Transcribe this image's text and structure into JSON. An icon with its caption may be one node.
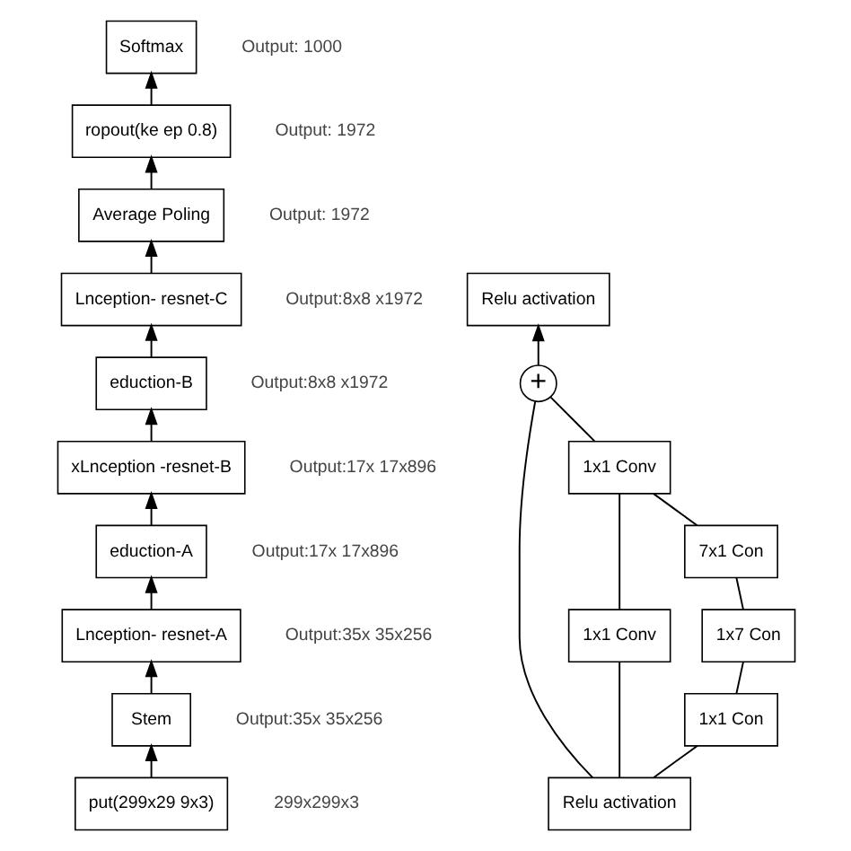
{
  "diagram": {
    "nodes": [
      {
        "text": [
          "Softmax"
        ],
        "beside": [
          "Output: 1000"
        ]
      },
      {
        "text": [
          "ropout(ke ep 0.8)"
        ],
        "beside": [
          "Output: 1972"
        ]
      },
      {
        "text": [
          "Average Poling"
        ],
        "beside": [
          "Output: 1972"
        ]
      },
      {
        "text": [
          "Lnception- resnet-C"
        ],
        "beside": [
          "Output:8x8 x1972"
        ]
      },
      {
        "text": [
          "eduction-B"
        ],
        "beside": [
          "Output:8x8 x1972"
        ]
      },
      {
        "text": [
          "xLnception -resnet-B"
        ],
        "beside": [
          "Output:17x 17x896"
        ]
      },
      {
        "text": [
          "eduction-A"
        ],
        "beside": [
          "Output:17x 17x896"
        ]
      },
      {
        "text": [
          "Lnception- resnet-A"
        ],
        "beside": [
          "Output:35x 35x256"
        ]
      },
      {
        "text": [
          "Stem"
        ],
        "beside": [
          "Output:35x 35x256"
        ]
      },
      {
        "text": [
          "put(299x29 9x3)"
        ],
        "beside": [
          "299x299x3"
        ]
      },
      {
        "text": [
          "Relu activation"
        ]
      },
      {
        "text": [
          "+"
        ]
      },
      {
        "text": [
          "1x1 Conv"
        ]
      },
      {
        "text": [
          "7x1 Con"
        ]
      },
      {
        "text": [
          "1x1 Conv"
        ]
      },
      {
        "text": [
          "1x7 Con"
        ]
      },
      {
        "text": [
          "1x1 Con"
        ]
      },
      {
        "text": [
          "Relu activation"
        ]
      }
    ],
    "edges": [
      {
        "from": 9,
        "to": 8,
        "arrow": "to"
      },
      {
        "from": 8,
        "to": 7,
        "arrow": "to"
      },
      {
        "from": 7,
        "to": 6,
        "arrow": "to"
      },
      {
        "from": 6,
        "to": 5,
        "arrow": "to"
      },
      {
        "from": 5,
        "to": 4,
        "arrow": "to"
      },
      {
        "from": 4,
        "to": 3,
        "arrow": "to"
      },
      {
        "from": 3,
        "to": 2,
        "arrow": "to"
      },
      {
        "from": 2,
        "to": 1,
        "arrow": "to"
      },
      {
        "from": 1,
        "to": 0,
        "arrow": "to"
      },
      {
        "from": 11,
        "to": 10,
        "arrow": "to"
      },
      {
        "from": 17,
        "to": 11,
        "arrow": "none"
      },
      {
        "from": 12,
        "to": 11,
        "arrow": "none"
      },
      {
        "from": 14,
        "to": 12,
        "arrow": "none"
      },
      {
        "from": 13,
        "to": 12,
        "arrow": "none"
      },
      {
        "from": 15,
        "to": 13,
        "arrow": "none"
      },
      {
        "from": 16,
        "to": 15,
        "arrow": "none"
      },
      {
        "from": 17,
        "to": 14,
        "arrow": "none"
      },
      {
        "from": 17,
        "to": 16,
        "arrow": "none"
      }
    ]
  }
}
